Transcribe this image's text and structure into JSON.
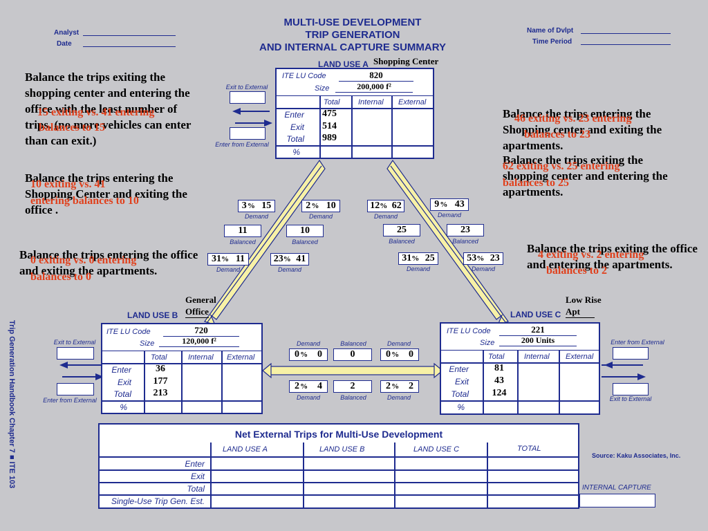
{
  "header": {
    "title_lines": [
      "MULTI-USE DEVELOPMENT",
      "TRIP GENERATION",
      "AND INTERNAL CAPTURE SUMMARY"
    ],
    "analyst_label": "Analyst",
    "date_label": "Date",
    "name_label": "Name of Dvlpt",
    "time_label": "Time Period"
  },
  "labels": {
    "ite_lu_code": "ITE LU Code",
    "size": "Size",
    "total": "Total",
    "internal": "Internal",
    "external": "External",
    "enter": "Enter",
    "exit": "Exit",
    "pct": "%",
    "demand": "Demand",
    "balanced": "Balanced",
    "exit_to_external": "Exit to External",
    "enter_from_external": "Enter from External"
  },
  "land_use_a": {
    "title": "LAND USE A",
    "name": "Shopping Center",
    "code": "820",
    "size": "200,000 f²",
    "enter": "475",
    "exit": "514",
    "total": "989"
  },
  "land_use_b": {
    "title": "LAND USE B",
    "name_line1": "General",
    "name_line2": "Office",
    "code": "720",
    "size": "120,000 f²",
    "enter": "36",
    "exit": "177",
    "total": "213"
  },
  "land_use_c": {
    "title": "LAND USE C",
    "name_line1": "Low Rise",
    "name_line2": "Apt",
    "code": "221",
    "size": "200 Units",
    "enter": "81",
    "exit": "43",
    "total": "124"
  },
  "ab_link": {
    "a_to_b_pct": "3",
    "a_to_b_demand": "15",
    "b_from_a_pct": "23",
    "b_from_a_demand": "41",
    "b_to_a_pct": "31",
    "b_to_a_demand": "11",
    "a_from_b_pct": "2",
    "a_from_b_demand": "10",
    "balanced_1": "11",
    "balanced_2": "10"
  },
  "ac_link": {
    "c_to_a_pct": "12",
    "c_to_a_demand": "62",
    "a_to_c_pct": "9",
    "a_to_c_demand": "43",
    "a_from_c_pct": "31",
    "a_from_c_demand": "25",
    "c_from_a_pct": "53",
    "c_from_a_demand": "23",
    "balanced_1": "25",
    "balanced_2": "23"
  },
  "bc_link": {
    "top_left_pct": "0",
    "top_left_demand": "0",
    "top_balanced": "0",
    "top_right_pct": "0",
    "top_right_demand": "0",
    "bot_left_pct": "2",
    "bot_left_demand": "4",
    "bot_balanced": "2",
    "bot_right_pct": "2",
    "bot_right_demand": "2"
  },
  "net_table": {
    "title": "Net External Trips for Multi-Use Development",
    "columns": [
      "LAND USE A",
      "LAND USE B",
      "LAND USE C",
      "TOTAL"
    ],
    "rows": [
      "Enter",
      "Exit",
      "Total",
      "Single-Use Trip Gen. Est."
    ],
    "internal_capture": "INTERNAL CAPTURE"
  },
  "source": "Source: Kaku Associates, Inc.",
  "side_text": "Trip Generation Handbook Chapter 7  ■  ITE  103",
  "notes": {
    "n1": "Balance the trips exiting the shopping center and entering the office  with the least number of trips.  (no more vehicles can enter than can exit.)",
    "n2": "Balance the trips entering the Shopping Center and exiting the office .",
    "n3": "Balance the trips entering the office  and exiting the apartments.",
    "n4": "Balance the trips entering the Shopping center and exiting the apartments.",
    "n5": "Balance the trips exiting the shopping center and entering the apartments.",
    "n6": "Balance the trips exiting the office and entering the apartments."
  },
  "red_notes": {
    "r1a": "15 exiting vs. 41 entering",
    "r1b": "balances to 15",
    "r2a": "10 exiting vs. 41",
    "r2b": "entering balances to 10",
    "r3a": "0 exiting vs. 0 entering",
    "r3b": "balances to 0",
    "r4a": "46 exiting vs. 23 entering",
    "r4b": "balances to 23",
    "r5a": "62 exiting vs. 25 entering",
    "r5b": "balances to 25",
    "r6a": "4 exiting vs. 2 entering",
    "r6b": "balances to 2"
  }
}
